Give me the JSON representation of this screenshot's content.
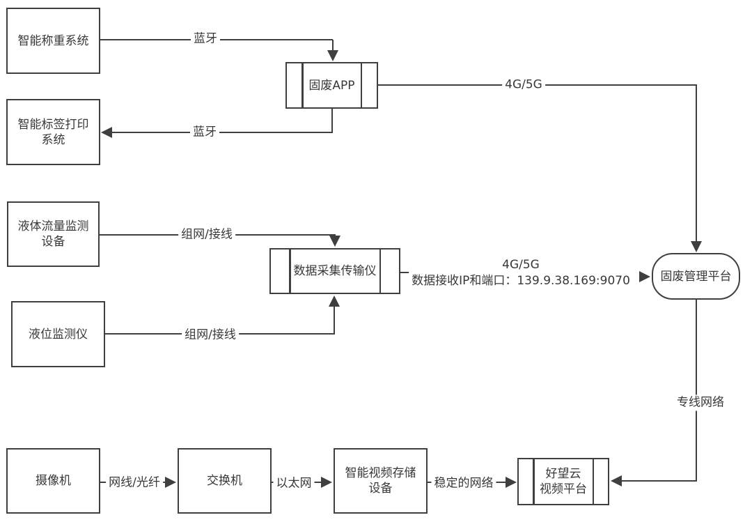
{
  "colors": {
    "line": "#3f3f3f",
    "text": "#383838",
    "node_background": "#ffffff",
    "page_background": "#ffffff"
  },
  "nodes": {
    "smart_weighing": "智能称重系统",
    "label_printing": "智能标签打印\n系统",
    "solid_waste_app": "固废APP",
    "liquid_flow_monitor": "液体流量监测\n设备",
    "liquid_level_monitor": "液位监测仪",
    "data_collector": "数据采集传输仪",
    "solid_waste_platform": "固废管理平台",
    "camera": "摄像机",
    "switch": "交换机",
    "video_storage": "智能视频存储\n设备",
    "holo_cloud_video": "好望云\n视频平台"
  },
  "edges": {
    "bluetooth_top": "蓝牙",
    "bluetooth_bottom": "蓝牙",
    "net_4g5g_top": "4G/5G",
    "networking_wiring_top": "组网/接线",
    "networking_wiring_bottom": "组网/接线",
    "net_4g5g_mid": "4G/5G",
    "ip_port": "数据接收IP和端口：139.9.38.169:9070",
    "dedicated_line": "专线网络",
    "cable_fiber": "网线/光纤",
    "ethernet": "以太网",
    "stable_network": "稳定的网络"
  }
}
